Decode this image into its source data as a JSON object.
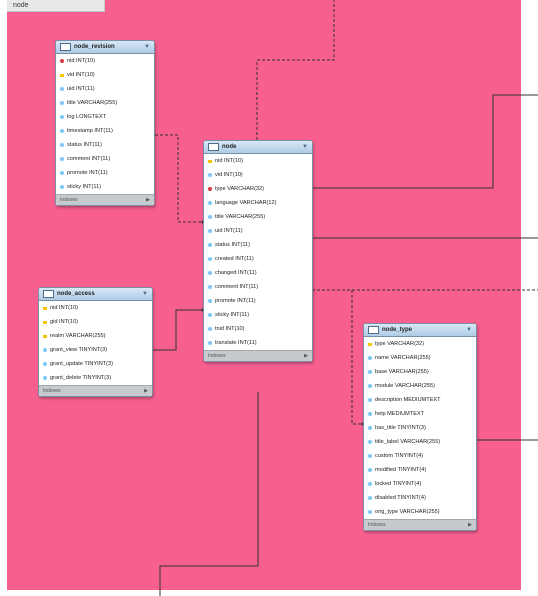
{
  "region_label": "node",
  "tables": [
    {
      "id": "node_revision",
      "title": "node_revision",
      "fields": [
        {
          "text": "nid INT(10)",
          "kind": "fk"
        },
        {
          "text": "vid INT(10)",
          "kind": "key"
        },
        {
          "text": "uid INT(11)",
          "kind": "col"
        },
        {
          "text": "title VARCHAR(255)",
          "kind": "col"
        },
        {
          "text": "log LONGTEXT",
          "kind": "col"
        },
        {
          "text": "timestamp INT(11)",
          "kind": "col"
        },
        {
          "text": "status INT(11)",
          "kind": "col"
        },
        {
          "text": "comment INT(11)",
          "kind": "col"
        },
        {
          "text": "promote INT(11)",
          "kind": "col"
        },
        {
          "text": "sticky INT(11)",
          "kind": "col"
        }
      ],
      "footer": "Indexes"
    },
    {
      "id": "node",
      "title": "node",
      "fields": [
        {
          "text": "nid INT(10)",
          "kind": "key"
        },
        {
          "text": "vid INT(10)",
          "kind": "col"
        },
        {
          "text": "type VARCHAR(32)",
          "kind": "fk"
        },
        {
          "text": "language VARCHAR(12)",
          "kind": "col"
        },
        {
          "text": "title VARCHAR(255)",
          "kind": "col"
        },
        {
          "text": "uid INT(11)",
          "kind": "col"
        },
        {
          "text": "status INT(11)",
          "kind": "col"
        },
        {
          "text": "created INT(11)",
          "kind": "col"
        },
        {
          "text": "changed INT(11)",
          "kind": "col"
        },
        {
          "text": "comment INT(11)",
          "kind": "col"
        },
        {
          "text": "promote INT(11)",
          "kind": "col"
        },
        {
          "text": "sticky INT(11)",
          "kind": "col"
        },
        {
          "text": "tnid INT(10)",
          "kind": "col"
        },
        {
          "text": "translate INT(11)",
          "kind": "col"
        }
      ],
      "footer": "Indexes"
    },
    {
      "id": "node_access",
      "title": "node_access",
      "fields": [
        {
          "text": "nid INT(10)",
          "kind": "key"
        },
        {
          "text": "gid INT(10)",
          "kind": "key"
        },
        {
          "text": "realm VARCHAR(255)",
          "kind": "key"
        },
        {
          "text": "grant_view TINYINT(3)",
          "kind": "col"
        },
        {
          "text": "grant_update TINYINT(3)",
          "kind": "col"
        },
        {
          "text": "grant_delete TINYINT(3)",
          "kind": "col"
        }
      ],
      "footer": "Indexes"
    },
    {
      "id": "node_type",
      "title": "node_type",
      "fields": [
        {
          "text": "type VARCHAR(32)",
          "kind": "key"
        },
        {
          "text": "name VARCHAR(255)",
          "kind": "col"
        },
        {
          "text": "base VARCHAR(255)",
          "kind": "col"
        },
        {
          "text": "module VARCHAR(255)",
          "kind": "col"
        },
        {
          "text": "description MEDIUMTEXT",
          "kind": "col"
        },
        {
          "text": "help MEDIUMTEXT",
          "kind": "col"
        },
        {
          "text": "has_title TINYINT(3)",
          "kind": "col"
        },
        {
          "text": "title_label VARCHAR(255)",
          "kind": "col"
        },
        {
          "text": "custom TINYINT(4)",
          "kind": "col"
        },
        {
          "text": "modified TINYINT(4)",
          "kind": "col"
        },
        {
          "text": "locked TINYINT(4)",
          "kind": "col"
        },
        {
          "text": "disabled TINYINT(4)",
          "kind": "col"
        },
        {
          "text": "orig_type VARCHAR(255)",
          "kind": "col"
        }
      ],
      "footer": "Indexes"
    }
  ]
}
